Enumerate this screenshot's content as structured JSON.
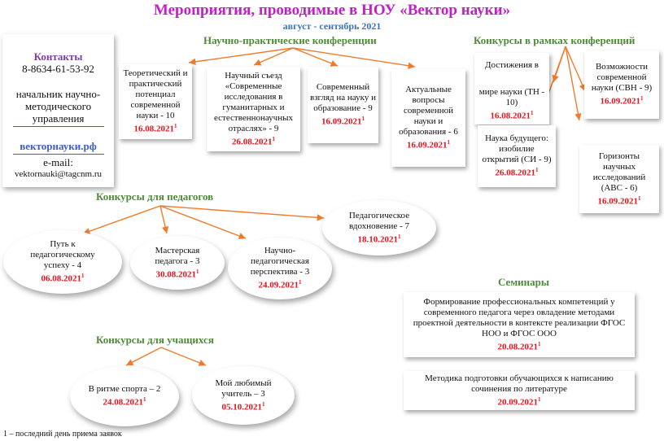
{
  "title": "Мероприятия, проводимые в НОУ «Вектор науки»",
  "subtitle": "август - сентябрь 2021",
  "contacts": {
    "heading": "Контакты",
    "phone": "8-8634-61-53-92",
    "position": "начальник научно-методического управления",
    "site": "векторнауки.рф",
    "email_label": "e-mail:",
    "email": "vektornauki@tagcnm.ru"
  },
  "sections": {
    "conferences": "Научно-практические конференции",
    "contests_conf": "Конкурсы в рамках конференций",
    "teachers": "Конкурсы для педагогов",
    "students": "Конкурсы для учащихся",
    "seminars": "Семинары"
  },
  "conferences": [
    {
      "text": "Теоретический и практический потенциал современной науки - 10",
      "date": "16.08.2021"
    },
    {
      "text": "Научный съезд «Современные исследования в гуманитарных и естественнонаучных отраслях» - 9",
      "date": "26.08.2021"
    },
    {
      "text": "Современный взгляд  на науку и образование - 9",
      "date": "16.09.2021"
    },
    {
      "text": "Актуальные вопросы современной науки и образования - 6",
      "date": "16.09.2021"
    }
  ],
  "contests_conf": [
    {
      "line1": "Достижения в",
      "line2": "мире науки (ТН - 10)",
      "date": "16.08.2021"
    },
    {
      "text": "Наука будущего: изобилие открытий (СИ - 9)",
      "date": "26.08.2021"
    },
    {
      "text": "Возможности современной науки (СВН - 9)",
      "date": "16.09.2021"
    },
    {
      "text": "Горизонты научных исследований (АВС - 6)",
      "date": "16.09.2021"
    }
  ],
  "teachers": [
    {
      "text": "Путь к педагогическому успеху - 4",
      "date": "06.08.2021"
    },
    {
      "text": "Мастерская педагога - 3",
      "date": "30.08.2021"
    },
    {
      "text": "Научно-педагогическая перспектива - 3",
      "date": "24.09.2021"
    },
    {
      "text": "Педагогическое вдохновение - 7",
      "date": "18.10.2021"
    }
  ],
  "students": [
    {
      "text": "В ритме спорта – 2",
      "date": "24.08.2021"
    },
    {
      "text": "Мой любимый учитель – 3",
      "date": "05.10.2021"
    }
  ],
  "seminars": [
    {
      "text": "Формирование профессиональных компетенций у современного педагога через овладение методами проектной деятельности в контексте реализации ФГОС НОО и ФГОС ООО",
      "date": "20.08.2021"
    },
    {
      "text": "Методика подготовки обучающихся к написанию сочинения по литературе",
      "date": "20.09.2021"
    }
  ],
  "footnote_mark": "1",
  "footnote": "1 – последний день приема заявок",
  "colors": {
    "title": "#c21ec9",
    "subtitle": "#3a72c4",
    "section": "#4e8a3a",
    "date": "#e3141d",
    "arrow": "#f07a2a",
    "contact_head": "#7a3fa6",
    "link": "#3b5fc9"
  }
}
